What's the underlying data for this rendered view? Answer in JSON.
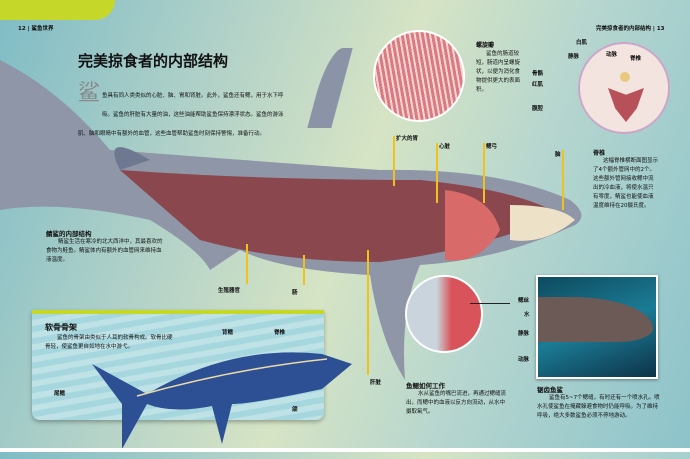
{
  "header": {
    "left_page": "12",
    "left_section": "鲨鱼世界",
    "right_section": "完美掠食者的内部结构",
    "right_page": "13"
  },
  "title": "完美掠食者的内部结构",
  "intro": {
    "dropcap": "鲨",
    "text": "鱼具有同人类类似的心脏、脑、胃和肾脏。此外，鲨鱼还有鳃，用于水下呼吸。鲨鱼的肝脏有大量的油，这些油能帮助鲨鱼保持漂浮状态。鲨鱼的游泳肌、脑和眼睛中有额外的血管，这些血管帮助鲨鱼时刻保持警惕，准备行动。"
  },
  "spiral": {
    "title": "螺旋瓣",
    "text": "鲨鱼的肠道较短，肠道内呈螺旋状，以便为消化食物提供更大的表面积。"
  },
  "cross_section": {
    "labels": [
      "白肌",
      "静脉",
      "动脉",
      "脊椎",
      "骨骼",
      "红肌",
      "腹腔"
    ]
  },
  "organs": [
    "扩大的胃",
    "心脏",
    "鳃弓",
    "脑",
    "生殖器官",
    "肠",
    "肝脏"
  ],
  "spine": {
    "title": "脊椎",
    "text": "这幅脊椎横断面图显示了4个额外管网中的2个。这些额外管网接收鳃中流出的冷血液，将使水温只有零度，鲭鲨也能使血液温度维持在20摄氏度。"
  },
  "porbeagle": {
    "title": "鲭鲨的内部结构",
    "text": "鲭鲨生活在寒冷的北大西洋中，其最喜欢的食物为鲑鱼。鲭鲨体内有额外的血管网来维持血液温度。"
  },
  "skeleton": {
    "title": "软骨骨架",
    "text": "鲨鱼的骨架由类似于人耳的软骨构成。软骨比硬骨轻，使鲨鱼更自如地在水中游弋。",
    "labels": [
      "背鳍",
      "脊椎",
      "尾鳍",
      "颌"
    ]
  },
  "gills": {
    "title": "鱼鳃如何工作",
    "text": "水从鲨鱼的嘴巴流进，再通过鳃缝流出，而鳃中的血液以反方向流动，从水中摄取氧气。",
    "labels": [
      "鳃丝",
      "水",
      "静脉",
      "动脉"
    ]
  },
  "photo": {
    "title": "锯齿鱼鲨",
    "text": "鲨鱼有5~7个鳃缝，有时还有一个喷水孔。喷水孔使鲨鱼在掩藏躲避食物时仍能呼吸。为了维持呼吸，绝大多数鲨鱼必须不停地游动。"
  },
  "colors": {
    "accent": "#c5d82a",
    "label_line": "#f2c21a"
  }
}
